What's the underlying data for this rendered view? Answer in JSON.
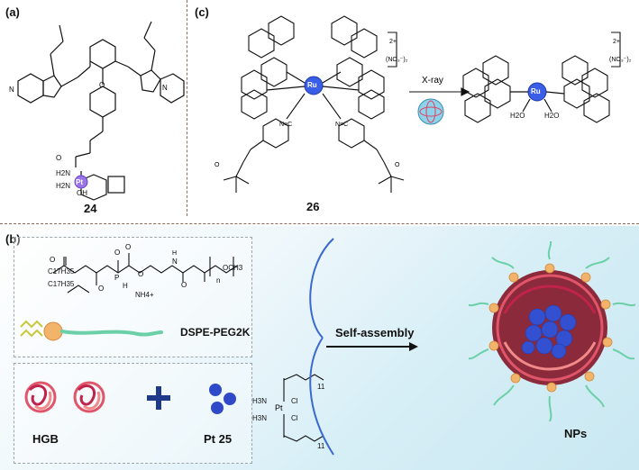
{
  "panels": {
    "a": {
      "label": "(a)",
      "compound": "24"
    },
    "c": {
      "label": "(c)",
      "compound": "26",
      "charge": "2+",
      "counterion": "(NO3-)2",
      "arrow_label": "X-ray"
    },
    "b": {
      "label": "(b)",
      "lipid_label": "DSPE-PEG2K",
      "hgb_label": "HGB",
      "pt_label": "Pt 25",
      "plus": "+",
      "assembly_label": "Self-assembly",
      "np_label": "NPs"
    }
  },
  "chem_text": {
    "ru": "Ru",
    "pt": "Pt",
    "h2o_left": "H2O",
    "h2o_right": "H2O",
    "nh4": "NH4+",
    "c17h35_a": "C17H35",
    "c17h35_b": "C17H35",
    "n_sub": "n",
    "och3": "OCH3",
    "h3n_top": "H3N",
    "h3n_bot": "H3N",
    "cl_top": "Cl",
    "cl_bot": "Cl",
    "eleven_top": "11",
    "eleven_bot": "11",
    "h2n_top": "H2N",
    "h2n_bot": "H2N",
    "oh": "OH",
    "h_stereo": "H"
  },
  "colors": {
    "ru_sphere": "#3a5ee8",
    "pt_sphere": "#2f49c9",
    "peg_tail": "#6bd0a8",
    "lipid_head": "#f2b36a",
    "lipid_tail": "#d8d84a",
    "hgb_red": "#d83050",
    "np_core": "#3350d0",
    "dash": "#8a6a5a"
  }
}
